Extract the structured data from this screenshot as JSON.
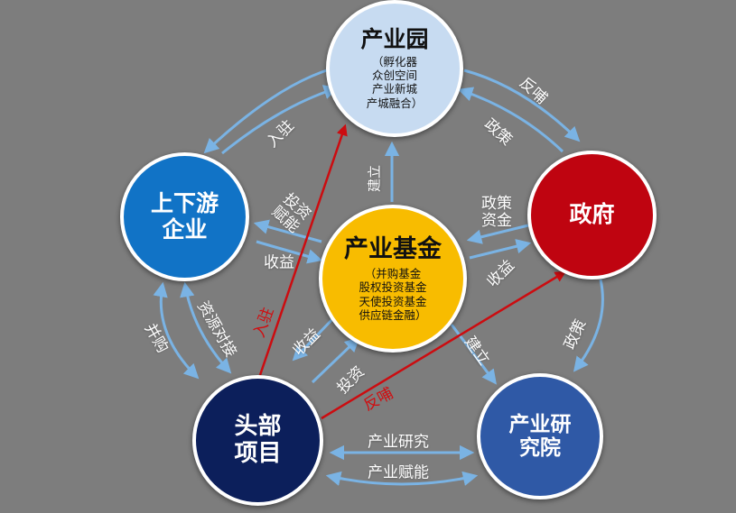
{
  "nodes": {
    "park": {
      "title": "产业园",
      "subs": [
        "（孵化器",
        "众创空间",
        "产业新城",
        "产城融合）"
      ]
    },
    "fund": {
      "title": "产业基金",
      "subs": [
        "（并购基金",
        "股权投资基金",
        "天使投资基金",
        "供应链金融）"
      ]
    },
    "updown": {
      "title1": "上下游",
      "title2": "企业"
    },
    "gov": {
      "title": "政府"
    },
    "head": {
      "title1": "头部",
      "title2": "项目"
    },
    "inst": {
      "title1": "产业研",
      "title2": "究院"
    }
  },
  "labels": {
    "park_updown": "入驻",
    "park_gov_feedback": "反哺",
    "park_gov_policy": "政策",
    "fund_park": "建立",
    "fund_updown_invest": [
      "投资",
      "赋能"
    ],
    "fund_updown_return": "收益",
    "gov_fund_policy": [
      "政策",
      "资金"
    ],
    "fund_gov_return": "收益",
    "updown_head_merge": "并购",
    "updown_head_resource": "资源对接",
    "head_park_red": "入驻",
    "head_gov_red": "反哺",
    "fund_head_return": "收益",
    "fund_head_invest": "投资",
    "fund_inst": "建立",
    "gov_inst": "政策",
    "head_inst_research": "产业研究",
    "head_inst_enable": "产业赋能"
  },
  "colors": {
    "background": "#7d7d7d",
    "arrow": "#7ab3e4",
    "red_arrow": "#cc0c10"
  }
}
